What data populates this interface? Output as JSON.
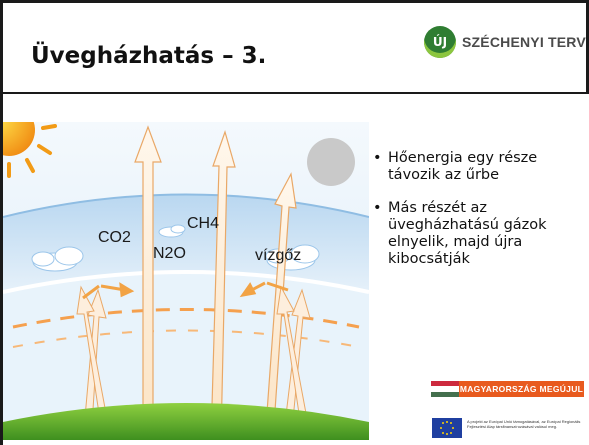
{
  "slide": {
    "title": "Üvegházhatás – 3."
  },
  "logo": {
    "badge": "ÚJ",
    "text": "SZÉCHENYI TERV"
  },
  "diagram": {
    "labels": {
      "co2": "CO2",
      "ch4": "CH4",
      "n2o": "N2O",
      "vizgoz": "vízgőz"
    }
  },
  "bullets": [
    "Hőenergia egy része távozik az űrbe",
    "Más részét az üvegházhatású gázok elnyelik, majd újra kibocsátják"
  ],
  "bullet_marker": "•",
  "footer": {
    "mm_logo": "MAGYARORSZÁG MEGÚJUL",
    "eu_note": "A projekt az Európai Unió támogatásával, az Európai Regionális Fejlesztési Alap társfinanszírozásával valósul meg."
  },
  "colors": {
    "sky": "#e8f3fb",
    "atmosphere": "#cfe3f6",
    "earth": "#5eaf2d",
    "sun": "#f7a21a",
    "arrow": "#f0b876",
    "logo_green": "#2f7d32",
    "mm_orange": "#e85a1e"
  }
}
